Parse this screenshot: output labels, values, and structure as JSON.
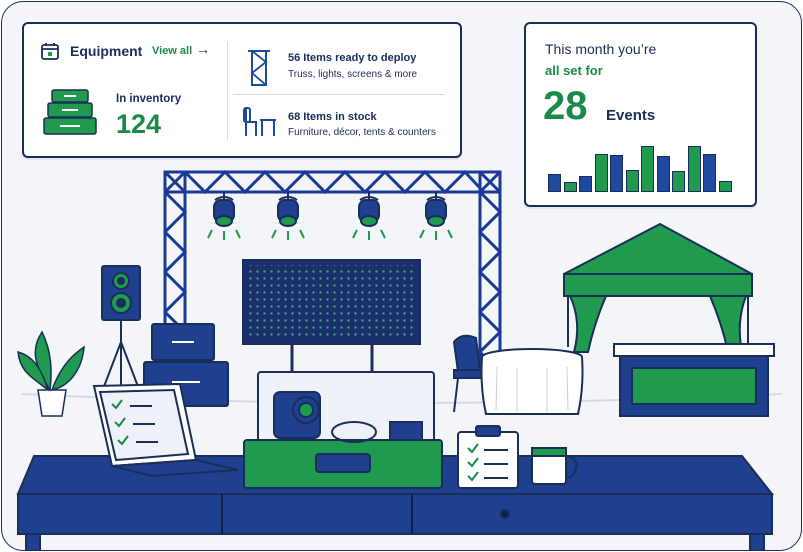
{
  "equipment": {
    "title": "Equipment",
    "view_all": "View all",
    "arrow": "→",
    "inventory_label": "In inventory",
    "inventory_count": "124",
    "rows": [
      {
        "title": "56 Items ready to deploy",
        "subtitle": "Truss, lights, screens & more"
      },
      {
        "title": "68 Items in stock",
        "subtitle": "Furniture, décor, tents & counters"
      }
    ]
  },
  "month": {
    "line1": "This month you’re",
    "line2": "all set for",
    "count": "28",
    "unit": "Events",
    "bars": [
      {
        "value": 0.38,
        "color": "#1f4aa0"
      },
      {
        "value": 0.2,
        "color": "#1f9a4f"
      },
      {
        "value": 0.33,
        "color": "#1f4aa0"
      },
      {
        "value": 0.8,
        "color": "#1f9a4f"
      },
      {
        "value": 0.78,
        "color": "#1f4aa0"
      },
      {
        "value": 0.46,
        "color": "#1f9a4f"
      },
      {
        "value": 0.95,
        "color": "#1f9a4f"
      },
      {
        "value": 0.75,
        "color": "#1f4aa0"
      },
      {
        "value": 0.43,
        "color": "#1f9a4f"
      },
      {
        "value": 0.95,
        "color": "#1f9a4f"
      },
      {
        "value": 0.8,
        "color": "#1f4aa0"
      },
      {
        "value": 0.22,
        "color": "#1f9a4f"
      }
    ]
  },
  "colors": {
    "navy": "#1a2e5a",
    "blue": "#1f4aa0",
    "green": "#1f9a4f",
    "accent_text": "#1a8a4a"
  }
}
